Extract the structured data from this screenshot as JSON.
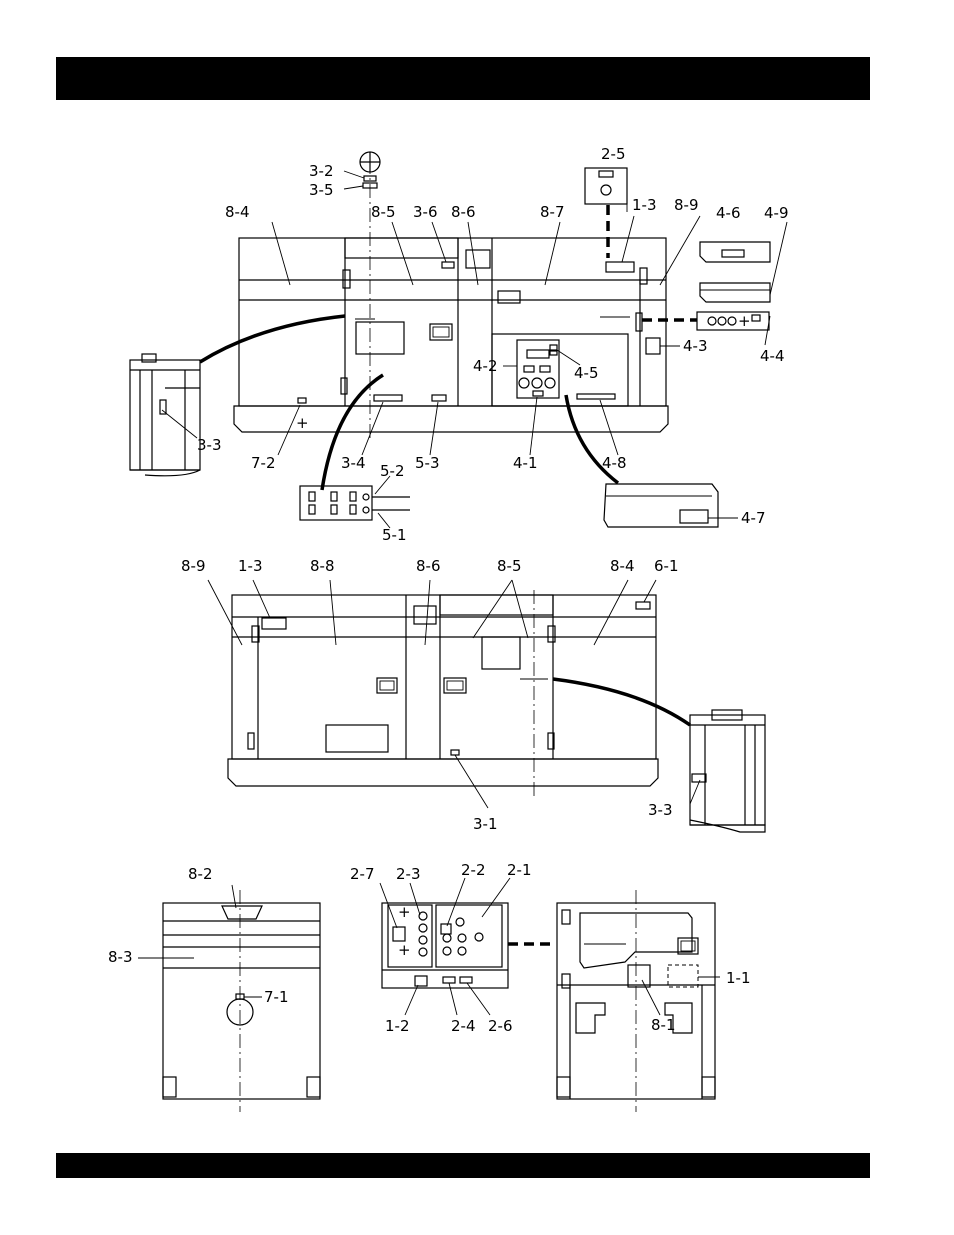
{
  "header": {
    "title": ""
  },
  "footer": {
    "text": ""
  },
  "callouts": {
    "c32": "3-2",
    "c35": "3-5",
    "c84a": "8-4",
    "c85a": "8-5",
    "c36": "3-6",
    "c86a": "8-6",
    "c87": "8-7",
    "c25": "2-5",
    "c13a": "1-3",
    "c89a": "8-9",
    "c46": "4-6",
    "c49": "4-9",
    "c43": "4-3",
    "c44": "4-4",
    "c42": "4-2",
    "c45": "4-5",
    "c33a": "3-3",
    "c72": "7-2",
    "c34": "3-4",
    "c53": "5-3",
    "c41": "4-1",
    "c48": "4-8",
    "c52": "5-2",
    "c51": "5-1",
    "c47": "4-7",
    "c89b": "8-9",
    "c13b": "1-3",
    "c88": "8-8",
    "c86b": "8-6",
    "c85b": "8-5",
    "c84b": "8-4",
    "c61": "6-1",
    "c31": "3-1",
    "c33b": "3-3",
    "c82": "8-2",
    "c83": "8-3",
    "c71": "7-1",
    "c27": "2-7",
    "c23": "2-3",
    "c22": "2-2",
    "c21": "2-1",
    "c12": "1-2",
    "c24": "2-4",
    "c26": "2-6",
    "c11": "1-1",
    "c81": "8-1"
  }
}
